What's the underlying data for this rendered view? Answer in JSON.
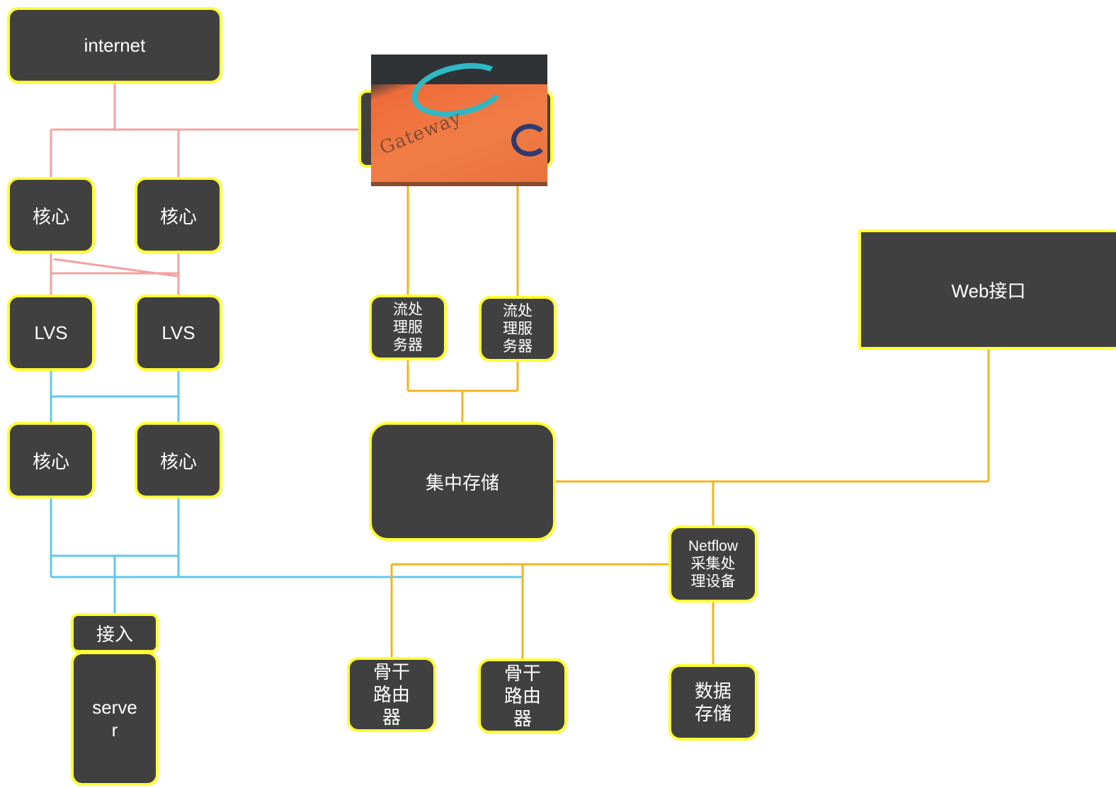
{
  "diagram": {
    "nodes": {
      "internet": "internet",
      "core1_a": "核心",
      "core1_b": "核心",
      "lvs_a": "LVS",
      "lvs_b": "LVS",
      "core2_a": "核心",
      "core2_b": "核心",
      "access": "接入",
      "server": "serve\nr",
      "stream_a": "流处\n理服\n务器",
      "stream_b": "流处\n理服\n务器",
      "central_storage": "集中存储",
      "web_api": "Web接口",
      "netflow": "Netflow\n采集处\n理设备",
      "backbone_a": "骨干\n路由\n器",
      "backbone_b": "骨干\n路由\n器",
      "data_storage": "数据\n存储"
    },
    "gateway_image": {
      "lettering": "Gateway",
      "icon": "gateway-appliance-photo"
    },
    "colors": {
      "node_fill": "#404040",
      "node_border": "#ffff33",
      "link_top": "#f4a0a0",
      "link_blue": "#5ec8f0",
      "link_orange": "#f2b51e"
    }
  }
}
